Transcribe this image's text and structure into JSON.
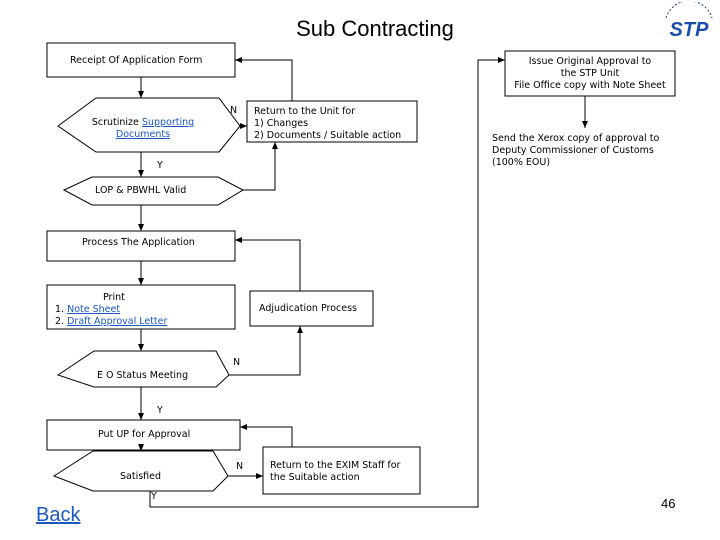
{
  "title": "Sub Contracting",
  "logo_text": "STP",
  "nodes": {
    "receipt": "Receipt Of Application Form",
    "scrutinize_prefix": "Scrutinize ",
    "scrutinize_link1": "Supporting",
    "scrutinize_link2": "Documents",
    "return_unit_line1": "Return to the Unit for",
    "return_unit_line2": "1) Changes",
    "return_unit_line3": "2) Documents / Suitable action",
    "lop_valid": "LOP & PBWHL Valid",
    "process_app": "Process The Application",
    "print_title": "Print",
    "print_item1_prefix": "1. ",
    "print_item1_link": "Note Sheet",
    "print_item2_prefix": "2. ",
    "print_item2_link": "Draft Approval Letter",
    "adjudication": "Adjudication Process",
    "eo_status": "E O Status Meeting",
    "put_up": "Put UP for Approval",
    "satisfied": "Satisfied",
    "return_exim_line1": "Return to the EXIM Staff for",
    "return_exim_line2": "the Suitable action",
    "issue_line1": "Issue Original Approval to",
    "issue_line2": "the STP Unit",
    "issue_line3": "File Office copy with Note Sheet",
    "send_line1": "Send the Xerox copy of approval to",
    "send_line2": "Deputy Commissioner of Customs",
    "send_line3": "(100% EOU)"
  },
  "edge_labels": {
    "n1": "N",
    "y1": "Y",
    "n2": "N",
    "y2": "Y",
    "n3": "N",
    "y3": "Y"
  },
  "page_number": "46",
  "back_link": "Back",
  "colors": {
    "link": "#1a56c4",
    "line": "#000000"
  }
}
